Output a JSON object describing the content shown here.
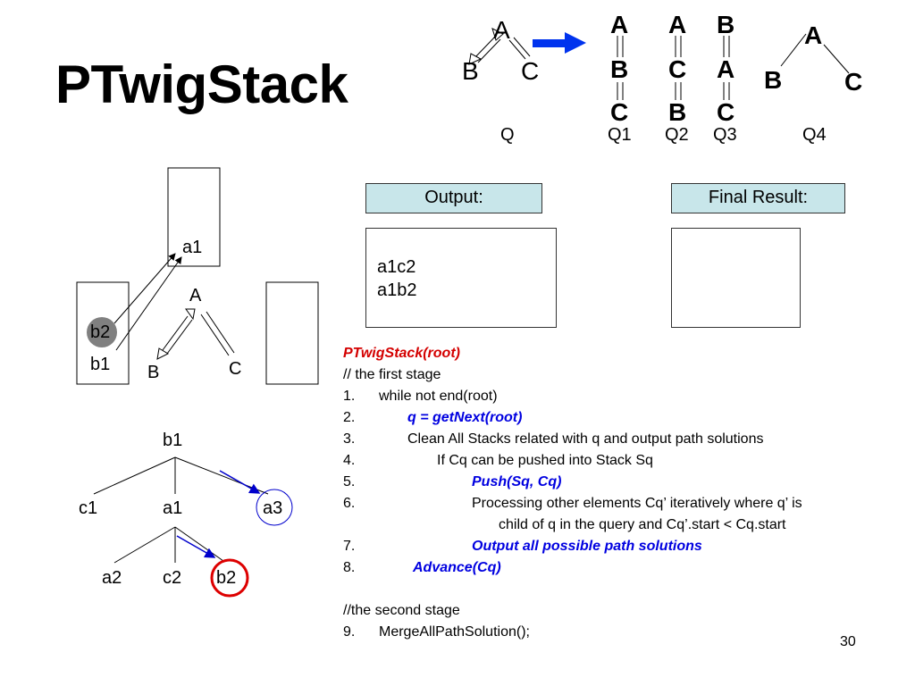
{
  "slide": {
    "title": "PTwigStack",
    "page_number": "30"
  },
  "queries": {
    "q": {
      "top": "A",
      "left": "B",
      "right": "C",
      "label": "Q"
    },
    "q1": {
      "nodes": [
        "A",
        "B",
        "C"
      ],
      "label": "Q1"
    },
    "q2": {
      "nodes": [
        "A",
        "C",
        "B"
      ],
      "label": "Q2"
    },
    "q3": {
      "nodes": [
        "B",
        "A",
        "C"
      ],
      "label": "Q3"
    },
    "q4": {
      "top": "A",
      "left": "B",
      "right": "C",
      "label": "Q4"
    },
    "arrow_color": "#0033ee"
  },
  "stacks": {
    "stack_a_item": "a1",
    "stack_b_items": [
      "b2",
      "b1"
    ],
    "highlight_fill": "#808080"
  },
  "mini_query": {
    "top": "A",
    "left": "B",
    "right": "C"
  },
  "output": {
    "label": "Output:",
    "lines": [
      "a1c2",
      "a1b2"
    ]
  },
  "final_result": {
    "label": "Final Result:"
  },
  "algorithm": {
    "header": "PTwigStack(root)",
    "comment1": "// the first stage",
    "lines": [
      {
        "num": "1.",
        "text": "while not end(root)"
      },
      {
        "num": "2.",
        "text": "q = getNext(root)"
      },
      {
        "num": "3.",
        "text": "Clean All Stacks related with q and output path solutions"
      },
      {
        "num": "4.",
        "text": "If Cq can be pushed into Stack Sq"
      },
      {
        "num": "5.",
        "text": "Push(Sq, Cq)"
      },
      {
        "num": "6.",
        "text": "Processing other elements Cq’ iteratively where q’ is"
      },
      {
        "num": "",
        "text": "child of q in the query and Cq’.start < Cq.start"
      },
      {
        "num": "7.",
        "text": "Output all possible path solutions"
      },
      {
        "num": "8.",
        "text": "Advance(Cq)"
      }
    ],
    "comment2": "//the second stage",
    "line9": {
      "num": "9.",
      "text": "MergeAllPathSolution();"
    }
  },
  "doc_tree": {
    "root": "b1",
    "level1": [
      "c1",
      "a1",
      "a3"
    ],
    "level2": [
      "a2",
      "c2",
      "b2"
    ],
    "circle_blue": "#0000cc",
    "circle_red": "#dd0000"
  }
}
